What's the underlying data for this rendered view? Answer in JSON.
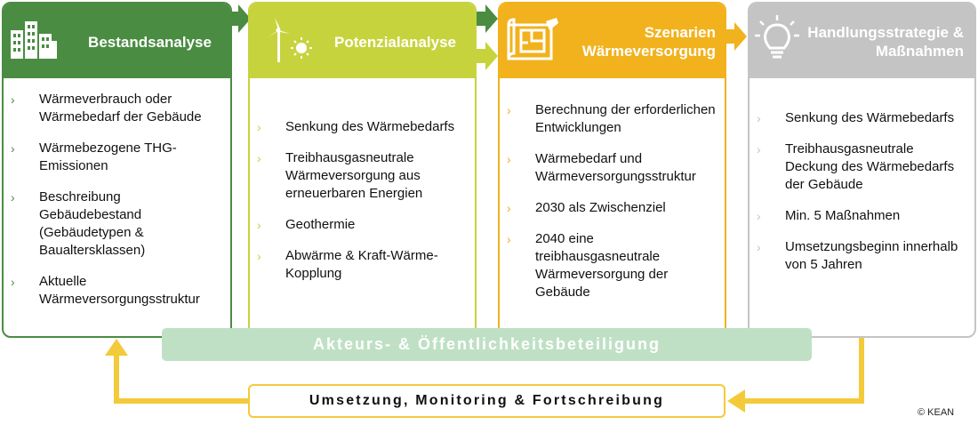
{
  "colors": {
    "stage1": "#4a8c42",
    "stage2": "#c7d33d",
    "stage3": "#f1b21d",
    "stage4": "#c4c4c4",
    "band": "#bfe0c4",
    "loop": "#f3ca3a"
  },
  "stages": [
    {
      "icon": "city-buildings-icon",
      "title": "Bestandsanalyse",
      "items": [
        "Wärmeverbrauch oder Wärmebedarf der Gebäude",
        "Wärmebezogene THG-Emissionen",
        "Beschreibung Gebäudebestand (Gebäudetypen & Baualtersklassen)",
        "Aktuelle Wärmeversorgungsstruktur"
      ]
    },
    {
      "icon": "wind-turbine-sun-icon",
      "title": "Potenzialanalyse",
      "items": [
        "Senkung des Wärmebedarfs",
        "Treibhausgasneutrale Wärmeversorgung aus erneuerbaren Energien",
        "Geothermie",
        "Abwärme & Kraft-Wärme-Kopplung"
      ]
    },
    {
      "icon": "blueprint-plan-icon",
      "title": "Szenarien Wärmeversorgung",
      "items": [
        "Berechnung der erforderlichen Entwicklungen",
        "Wärmebedarf und Wärmeversorgungsstruktur",
        "2030 als Zwischenziel",
        "2040 eine treibhausgasneutrale Wärmeversorgung der Gebäude"
      ]
    },
    {
      "icon": "lightbulb-icon",
      "title": "Handlungsstrategie & Maßnahmen",
      "items": [
        "Senkung des Wärmebedarfs",
        "Treibhausgasneutrale Deckung des Wärmebedarfs der Gebäude",
        "Min. 5 Maßnahmen",
        "Umsetzungsbeginn innerhalb von 5 Jahren"
      ]
    }
  ],
  "bullet_glyph": "›",
  "band_label": "Akteurs- & Öffentlichkeitsbeteiligung",
  "loop_label": "Umsetzung, Monitoring & Fortschreibung",
  "copyright": "© KEAN"
}
